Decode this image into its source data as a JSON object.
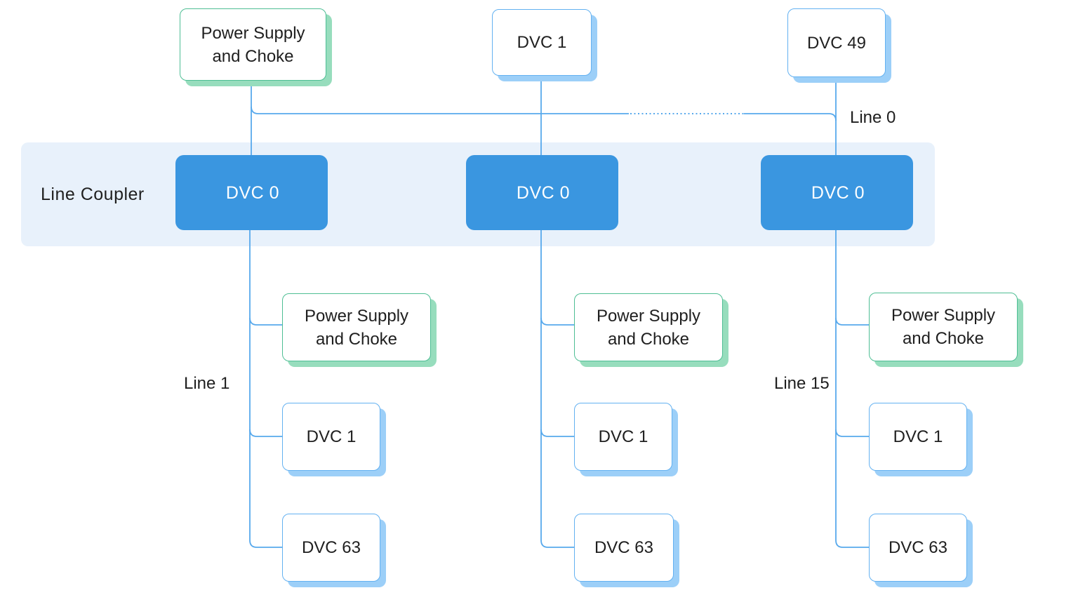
{
  "colors": {
    "connector": "#58A9EC",
    "band_bg": "#E8F1FB",
    "coupler_front": "#2AA0F6",
    "coupler_back": "#3A96E0",
    "blue_border": "#63B1F1",
    "blue_shadow": "#9CCFF8",
    "green_border": "#4EBE94",
    "green_shadow": "#97DDBD",
    "text": "#1F1F1F"
  },
  "band": {
    "label": "Line Coupler"
  },
  "backbone": {
    "label": "Line 0"
  },
  "top_row": {
    "power_supply": {
      "label": "Power Supply\nand Choke"
    },
    "dvc_first": {
      "label": "DVC 1"
    },
    "dvc_last": {
      "label": "DVC 49"
    }
  },
  "couplers": {
    "left": {
      "label": "DVC 0"
    },
    "middle": {
      "label": "DVC 0"
    },
    "right": {
      "label": "DVC 0"
    }
  },
  "columns": {
    "left": {
      "line_label": "Line 1",
      "power_supply": "Power Supply\nand Choke",
      "dvc_first": "DVC 1",
      "dvc_last": "DVC 63"
    },
    "middle": {
      "line_label": "",
      "power_supply": "Power Supply\nand Choke",
      "dvc_first": "DVC 1",
      "dvc_last": "DVC 63"
    },
    "right": {
      "line_label": "Line 15",
      "power_supply": "Power Supply\nand Choke",
      "dvc_first": "DVC 1",
      "dvc_last": "DVC 63"
    }
  }
}
